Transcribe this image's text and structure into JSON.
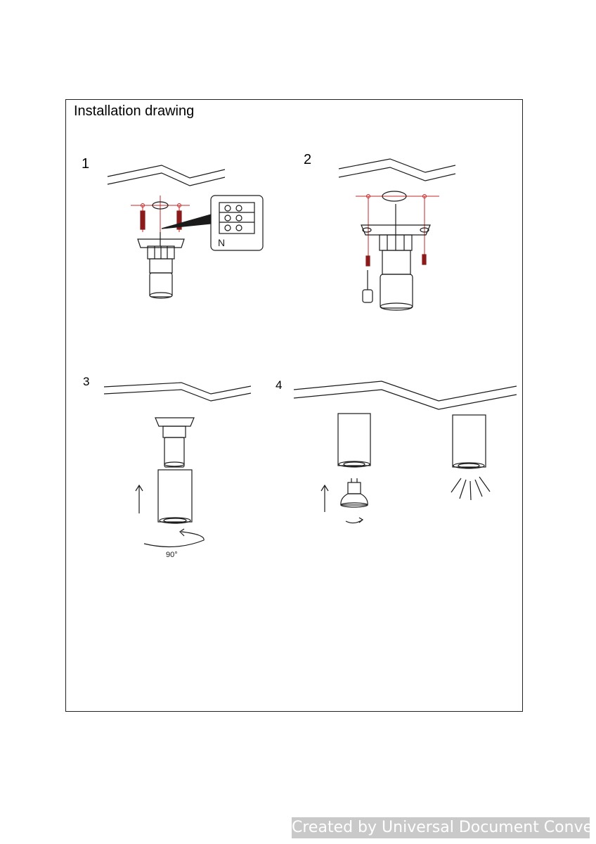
{
  "document": {
    "title": "Installation drawing",
    "steps": [
      {
        "number": "1"
      },
      {
        "number": "2"
      },
      {
        "number": "3",
        "rotation_label": "90°"
      },
      {
        "number": "4"
      }
    ],
    "inset_label": "N"
  },
  "watermark": {
    "text": "Created by Universal Document Converter"
  },
  "colors": {
    "guide_line": "#c62828",
    "screw": "#8b1a1a",
    "ink": "#1a1a1a",
    "watermark_bg": "#c9c9c9"
  }
}
